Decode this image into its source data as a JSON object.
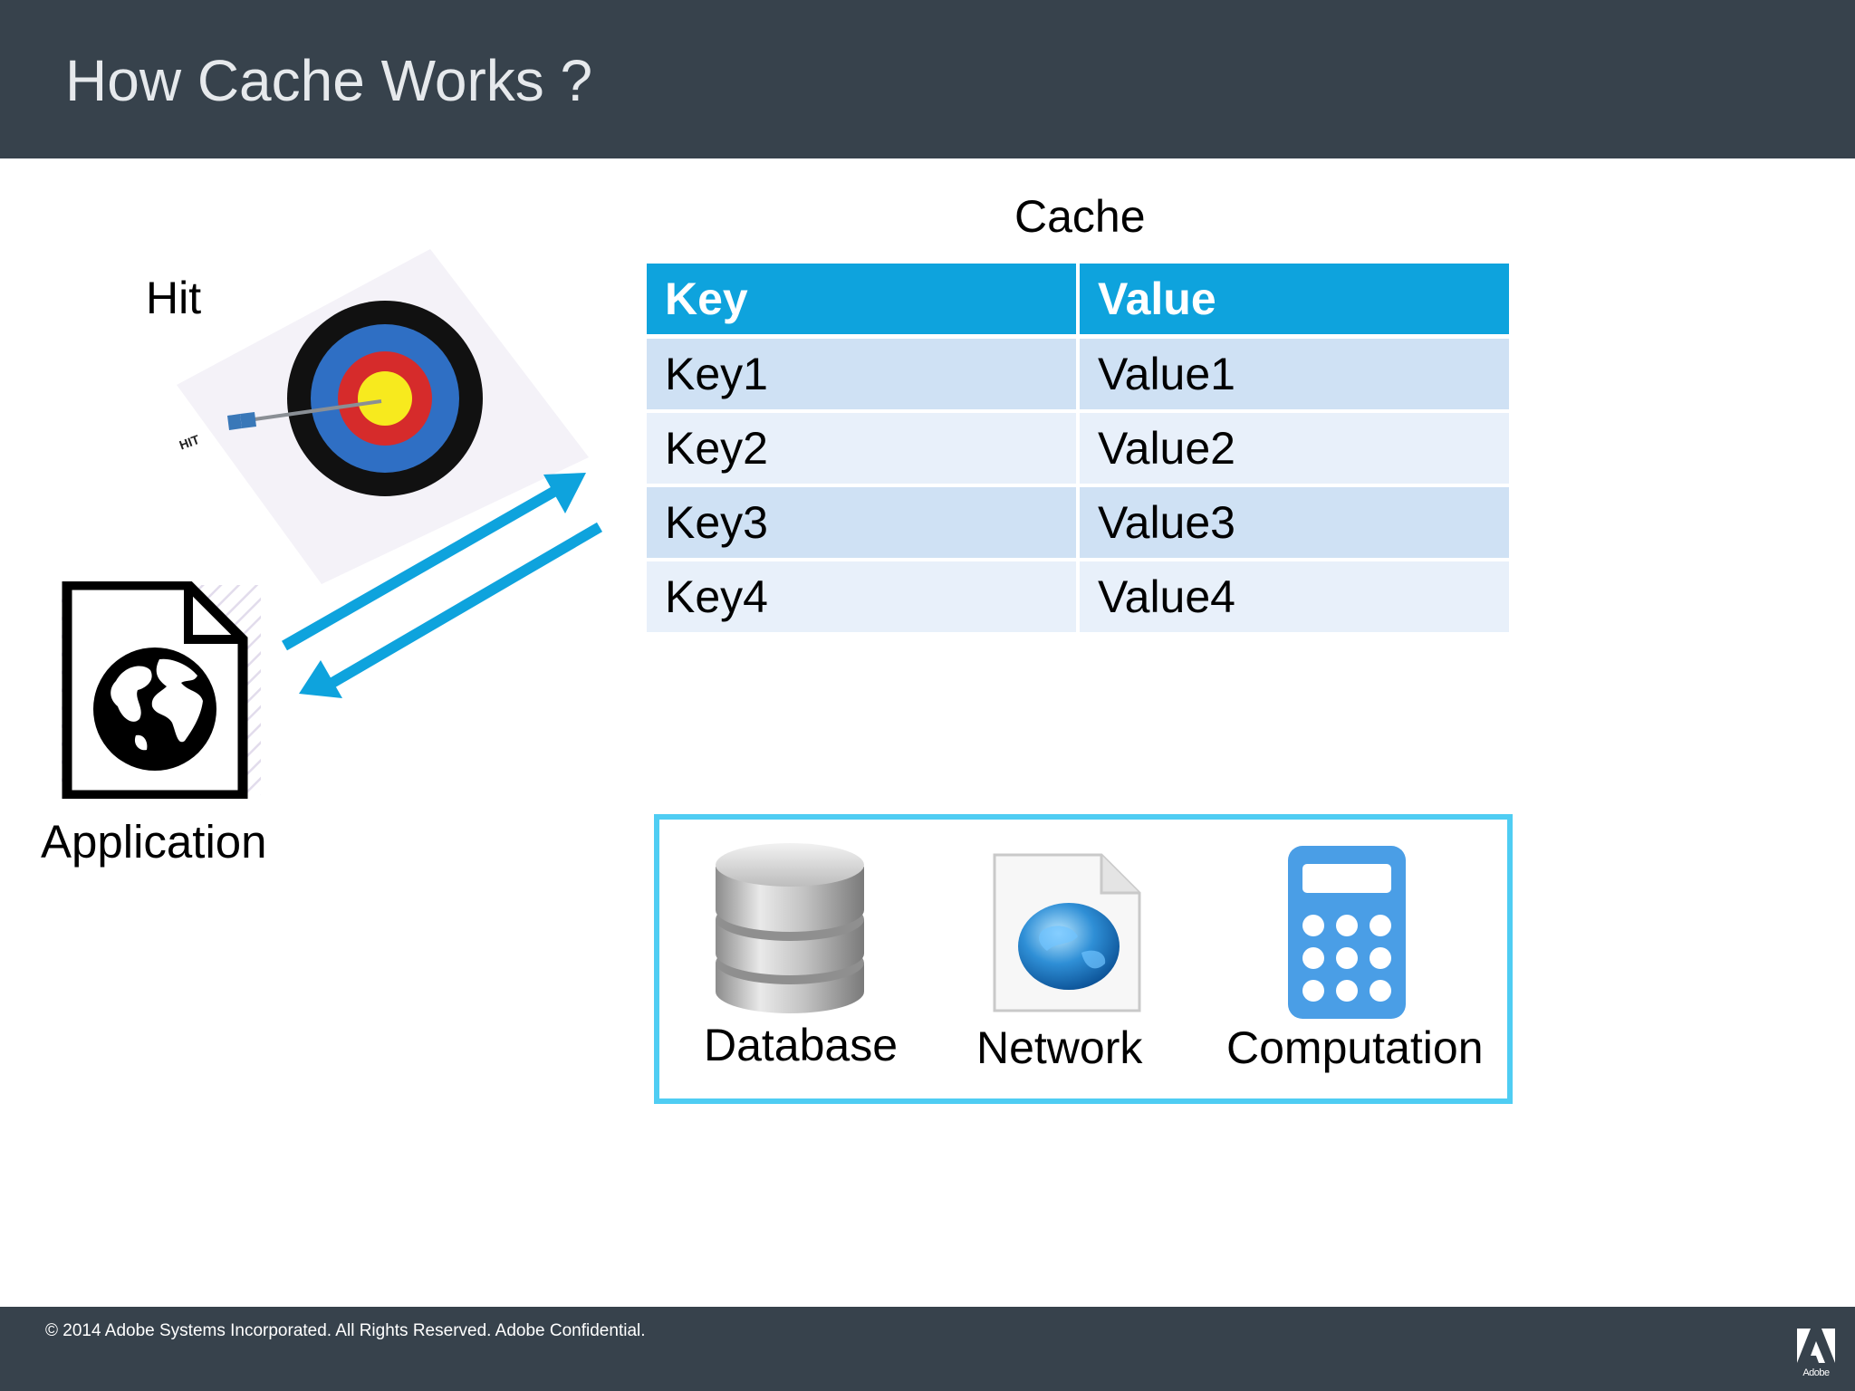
{
  "header": {
    "title": "How Cache Works ?"
  },
  "diagram": {
    "hit_label": "Hit",
    "target_arrow_text": "HIT",
    "application_label": "Application",
    "cache_label": "Cache",
    "table": {
      "headers": [
        "Key",
        "Value"
      ],
      "rows": [
        [
          "Key1",
          "Value1"
        ],
        [
          "Key2",
          "Value2"
        ],
        [
          "Key3",
          "Value3"
        ],
        [
          "Key4",
          "Value4"
        ]
      ]
    },
    "sources": [
      {
        "label": "Database",
        "icon": "database-icon"
      },
      {
        "label": "Network",
        "icon": "network-document-icon"
      },
      {
        "label": "Computation",
        "icon": "calculator-icon"
      }
    ],
    "arrow_color": "#0ea3dd",
    "header_color": "#0ea3dd"
  },
  "footer": {
    "copyright": "© 2014 Adobe Systems Incorporated.  All Rights Reserved.  Adobe Confidential.",
    "brand_text": "Adobe",
    "brand_icon": "adobe-logo-icon"
  }
}
